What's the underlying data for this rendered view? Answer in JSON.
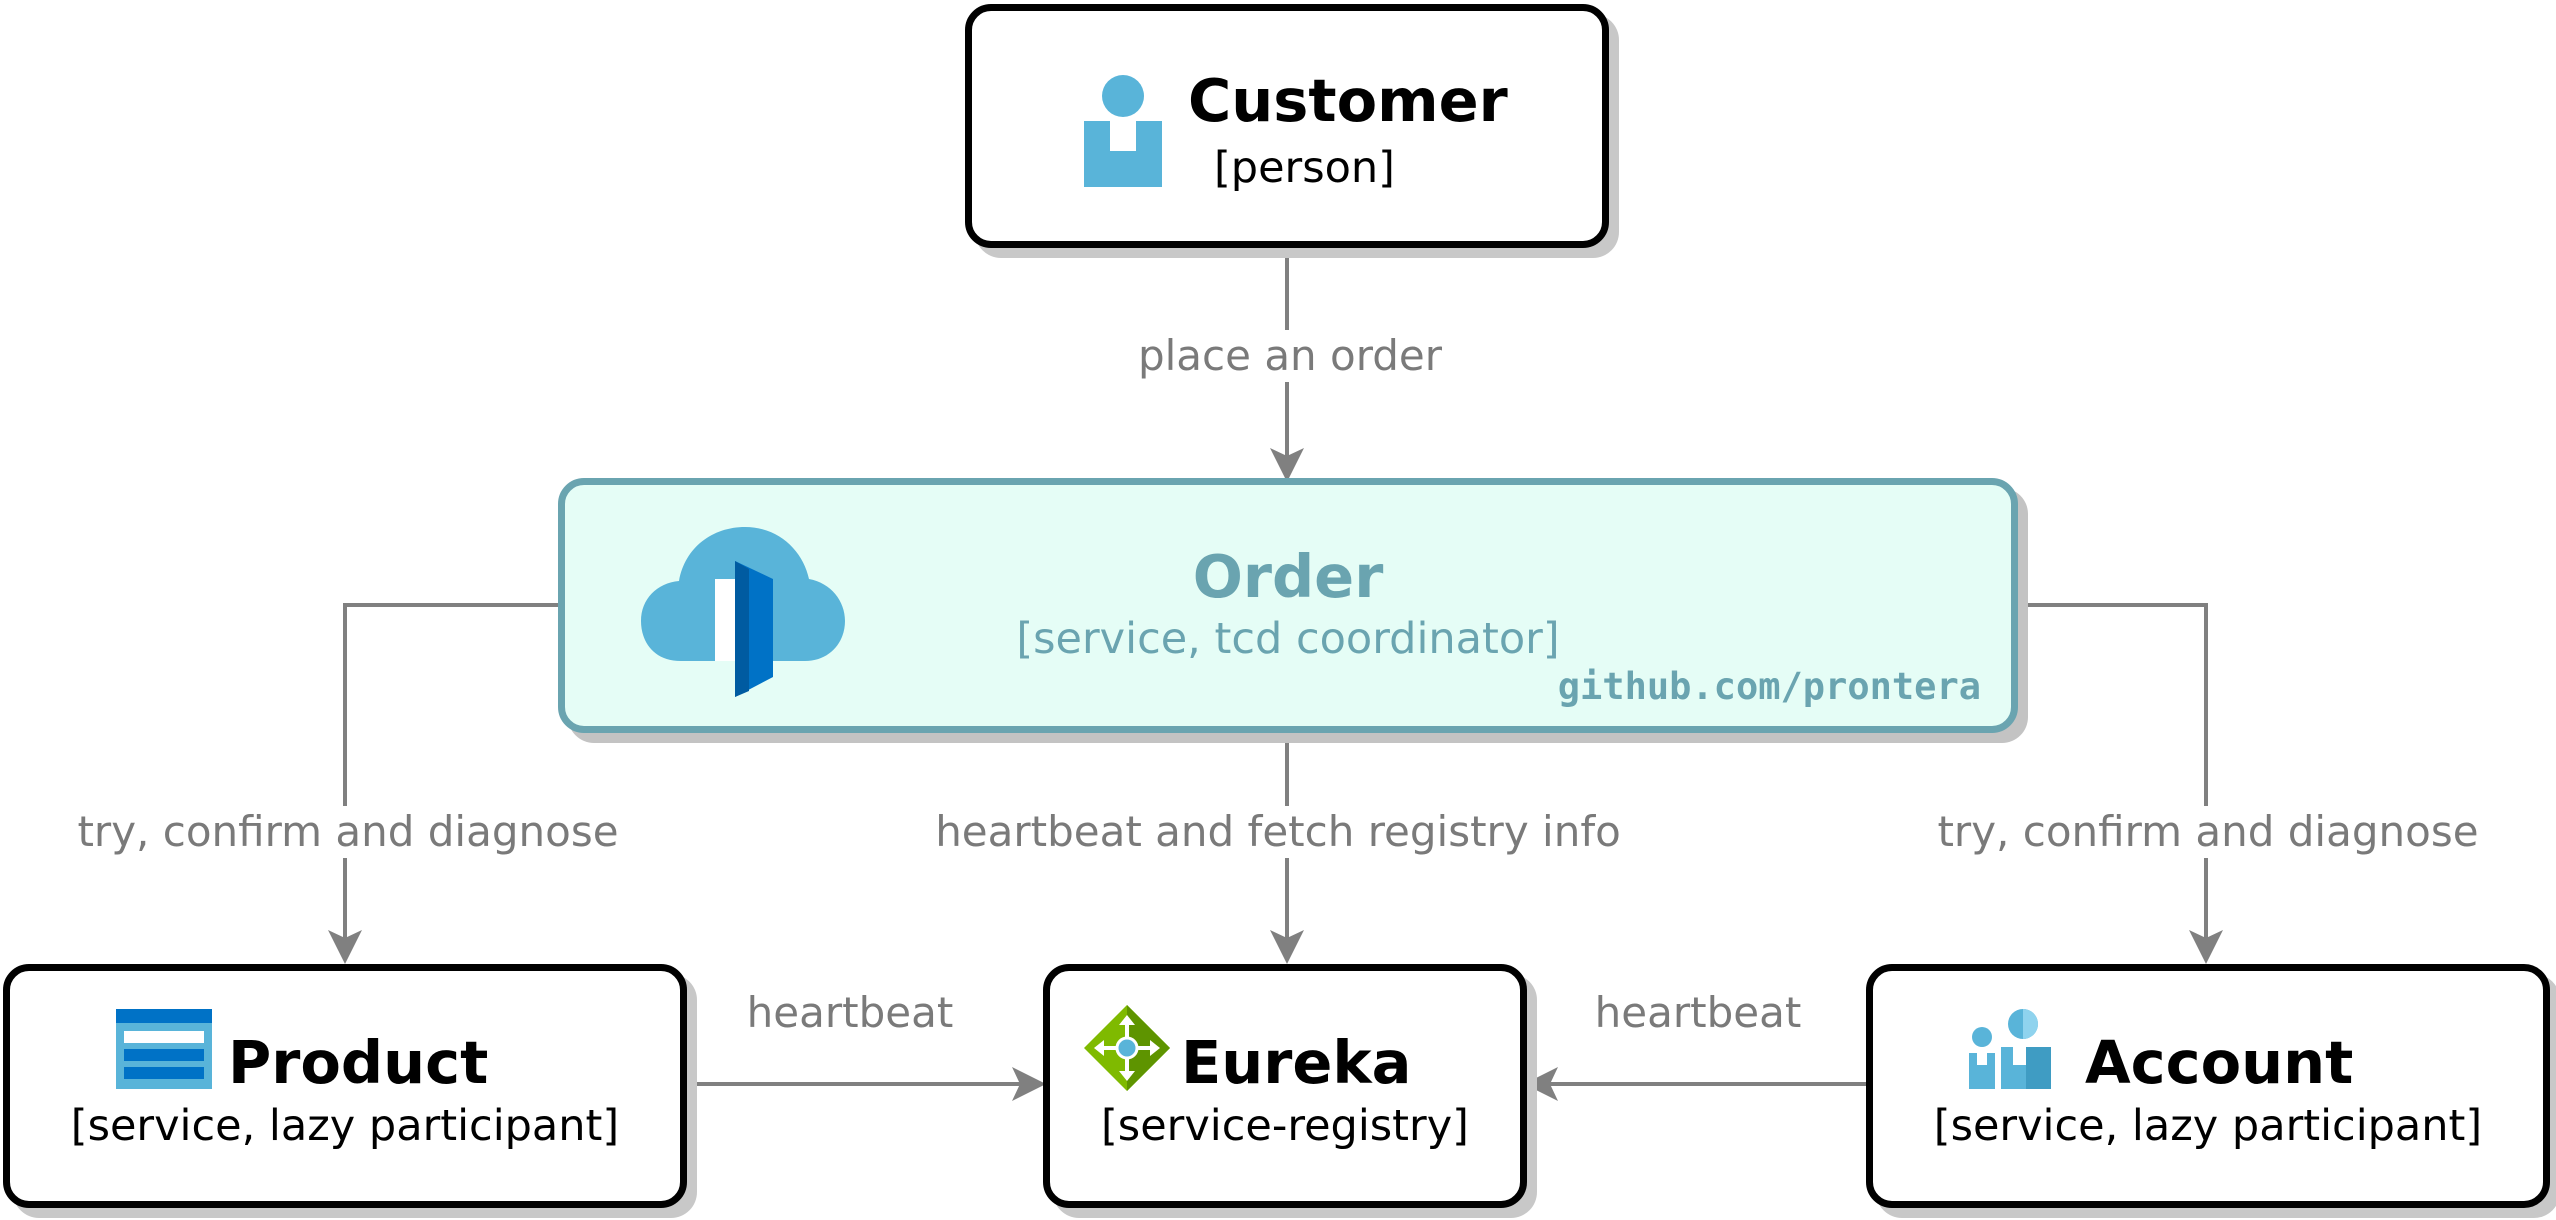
{
  "nodes": {
    "customer": {
      "title": "Customer",
      "subtitle": "[person]",
      "icon": "person-icon"
    },
    "order": {
      "title": "Order",
      "subtitle": "[service, tcd coordinator]",
      "icon": "cloud-service-icon",
      "watermark": "github.com/prontera"
    },
    "product": {
      "title": "Product",
      "subtitle": "[service, lazy participant]",
      "icon": "storage-table-icon"
    },
    "eureka": {
      "title": "Eureka",
      "subtitle": "[service-registry]",
      "icon": "service-registry-icon"
    },
    "account": {
      "title": "Account",
      "subtitle": "[service, lazy participant]",
      "icon": "users-icon"
    }
  },
  "edges": [
    {
      "id": "customer-order",
      "label": "place an order"
    },
    {
      "id": "order-product",
      "label": "try, confirm and diagnose"
    },
    {
      "id": "order-eureka",
      "label": "heartbeat and fetch registry info"
    },
    {
      "id": "order-account",
      "label": "try, confirm and diagnose"
    },
    {
      "id": "product-eureka",
      "label": "heartbeat"
    },
    {
      "id": "account-eureka",
      "label": "heartbeat"
    }
  ],
  "colors": {
    "edge": "#808080",
    "order_border": "#6aa4b0",
    "order_fill": "#e5fdf6",
    "icon_blue": "#59b4d9",
    "icon_dark_blue": "#0072c6",
    "eureka_green": "#7fba00"
  }
}
